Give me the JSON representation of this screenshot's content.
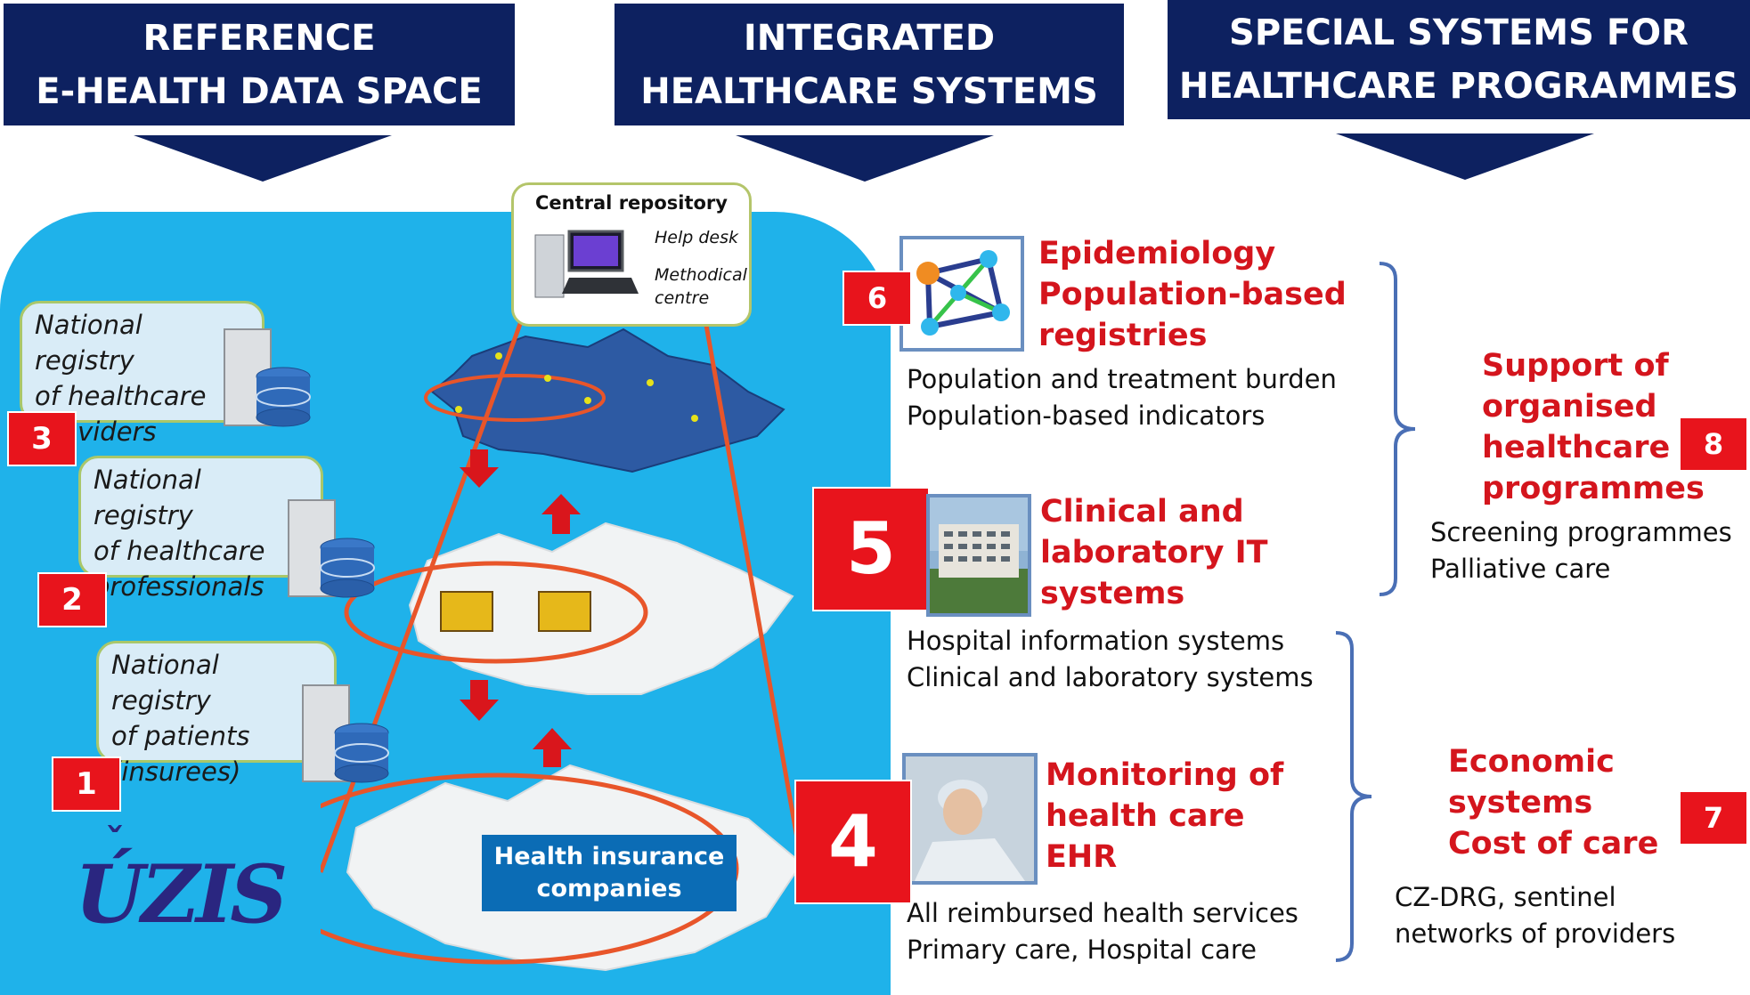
{
  "headers": [
    {
      "line1": "REFERENCE",
      "line2": "E-HEALTH DATA SPACE"
    },
    {
      "line1": "INTEGRATED",
      "line2": "HEALTHCARE SYSTEMS"
    },
    {
      "line1": "SPECIAL SYSTEMS FOR",
      "line2": "HEALTHCARE PROGRAMMES"
    }
  ],
  "central_repository": {
    "title": "Central repository",
    "help_desk": "Help desk",
    "methodical_line1": "Methodical",
    "methodical_line2": "centre"
  },
  "registries": [
    {
      "number": "3",
      "line1": "National registry",
      "line2": "of healthcare",
      "line3": "providers"
    },
    {
      "number": "2",
      "line1": "National registry",
      "line2": "of healthcare",
      "line3": "professionals"
    },
    {
      "number": "1",
      "line1": "National registry",
      "line2": "of patients",
      "line3": "(insurees)"
    }
  ],
  "health_insurance": {
    "line1": "Health insurance",
    "line2": "companies"
  },
  "logo": {
    "text": "ÚZIS"
  },
  "systems": [
    {
      "number": "6",
      "title1": "Epidemiology",
      "title2": "Population-based",
      "title3": "registries",
      "desc1": "Population and treatment burden",
      "desc2": "Population-based indicators"
    },
    {
      "number": "5",
      "title1": "Clinical and",
      "title2": "laboratory IT",
      "title3": "systems",
      "desc1": "Hospital information systems",
      "desc2": "Clinical and laboratory systems"
    },
    {
      "number": "4",
      "title1": "Monitoring of",
      "title2": "health care",
      "title3": "EHR",
      "desc1": "All reimbursed health services",
      "desc2": "Primary care, Hospital care"
    }
  ],
  "programmes": [
    {
      "number": "8",
      "title1": "Support of",
      "title2": "organised",
      "title3": "healthcare",
      "title4": "programmes",
      "desc1": "Screening programmes",
      "desc2": "Palliative care"
    },
    {
      "number": "7",
      "title1": "Economic",
      "title2": "systems",
      "title3": "Cost of care",
      "desc1": "CZ-DRG, sentinel",
      "desc2": "networks of providers"
    }
  ],
  "colors": {
    "header_bg": "#0d2160",
    "panel_bg": "#1fb2ea",
    "accent_red": "#e8141c",
    "title_red": "#d4151d",
    "ellipse": "#e8552a",
    "bracket": "#4a6fb5",
    "insurance_bg": "#0b6cb5"
  }
}
